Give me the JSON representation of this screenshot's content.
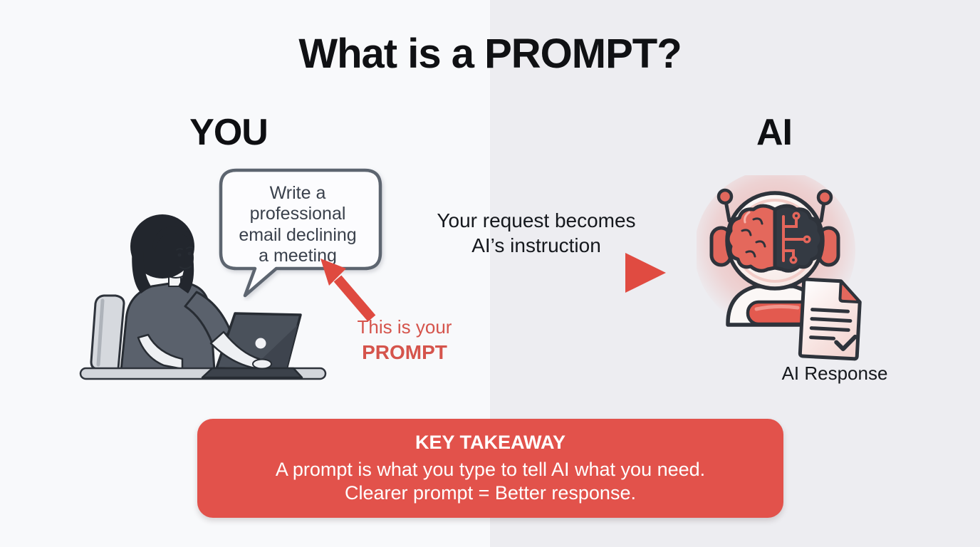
{
  "title": "What is a PROMPT?",
  "you_section": {
    "heading": "YOU"
  },
  "ai_section": {
    "heading": "AI",
    "response_label": "AI Response"
  },
  "bubble": {
    "lines": [
      "Write a",
      "professional",
      "email declining",
      "a meeting"
    ]
  },
  "prompt_label": {
    "line1": "This is your",
    "line2": "PROMPT"
  },
  "flow": {
    "line1": "Your request becomes",
    "line2": "AI’s instruction"
  },
  "takeaway": {
    "heading": "KEY TAKEAWAY",
    "line1": "A prompt is what you type to tell AI what you need.",
    "line2": "Clearer prompt = Better response."
  },
  "colors": {
    "accent_red": "#e0524a",
    "arrow_slate": "#49525e",
    "bg_left": "#f8f9fb",
    "bg_right": "#ededf1",
    "text_dark": "#15181c",
    "bubble_border": "#5d6570",
    "takeaway_bg": "#e2524b",
    "takeaway_text": "#ffffff"
  },
  "icons": {
    "robot": "robot-brain-icon",
    "document": "document-check-icon",
    "person": "person-typing-illustration",
    "speech": "speech-bubble",
    "flow_arrow": "arrow-right-icon",
    "prompt_arrow": "arrow-up-left-icon"
  }
}
